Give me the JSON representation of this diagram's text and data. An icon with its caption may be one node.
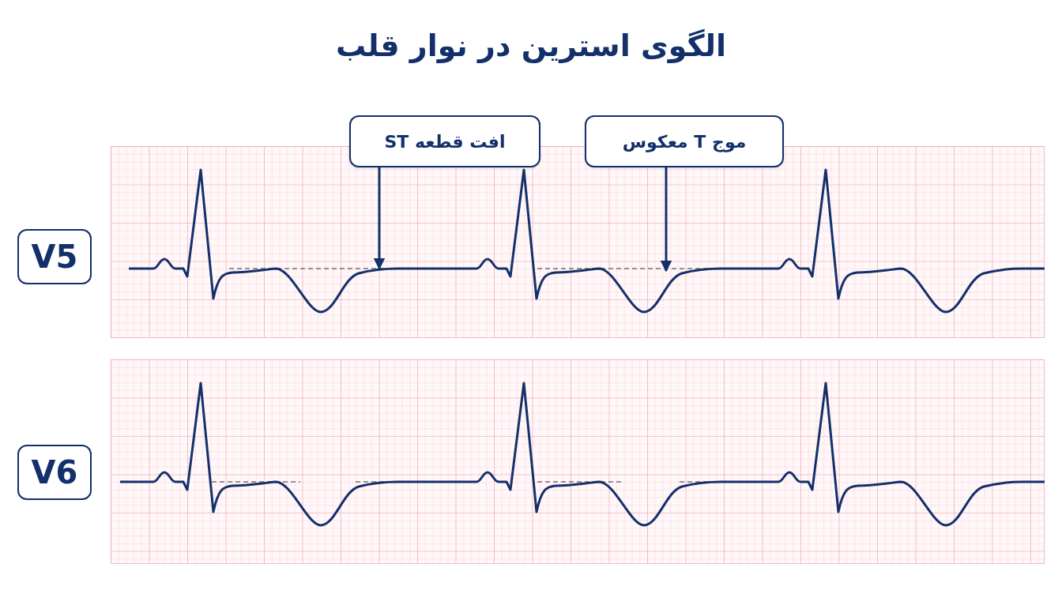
{
  "diagram": {
    "title": "الگوی استرین در نوار قلب",
    "nodes": [
      {
        "text": [
          "افت قطعه ST"
        ]
      },
      {
        "text": [
          "موج T معکوس"
        ]
      },
      {
        "text": [
          "V5"
        ]
      },
      {
        "text": [
          "V6"
        ]
      }
    ],
    "edges": [
      {
        "from": 0,
        "to": null,
        "arrow": "to"
      },
      {
        "from": 1,
        "to": null,
        "arrow": "to"
      }
    ]
  }
}
